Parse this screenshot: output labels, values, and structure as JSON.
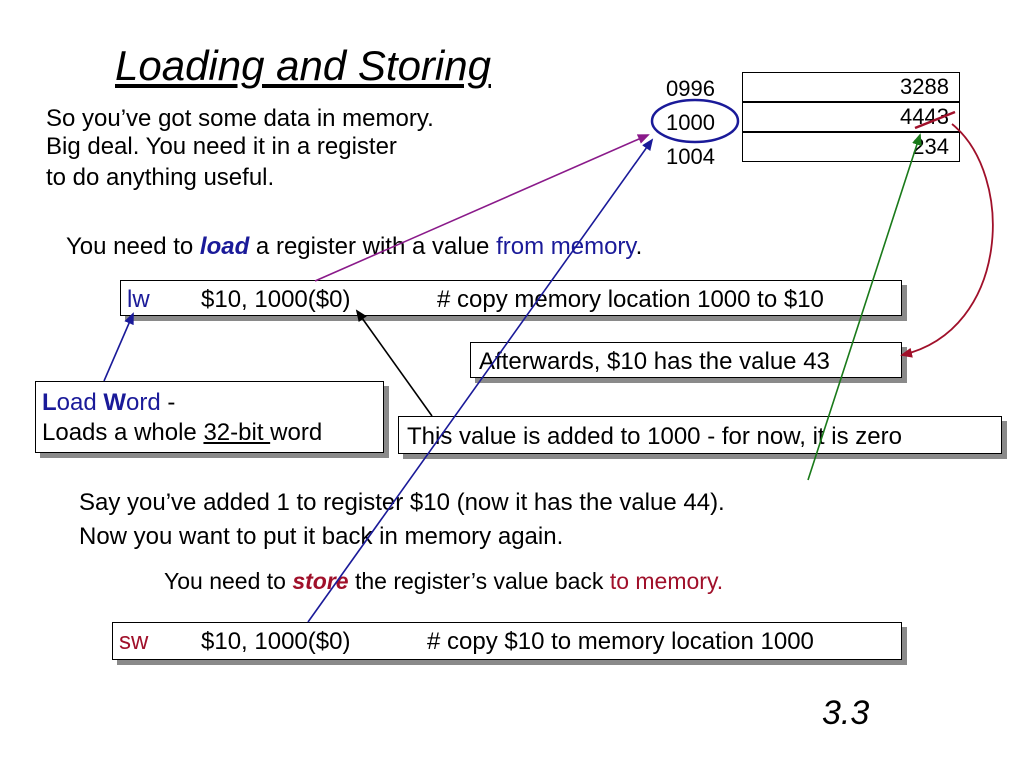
{
  "title": "Loading and Storing",
  "intro": [
    "So you’ve got some data in memory.",
    "Big deal.  You need it in a register",
    "to do anything useful."
  ],
  "memory": {
    "addresses": [
      "0996",
      "1000",
      "1004"
    ],
    "values": [
      "3288",
      "44",
      "43",
      "234"
    ]
  },
  "load_sentence": {
    "prefix": "You need to ",
    "keyword": "load",
    "middle": " a register with a value ",
    "highlight": "from memory",
    "suffix": "."
  },
  "lw_box": {
    "op": "lw",
    "args": "$10, 1000($0)",
    "comment": "# copy memory location 1000 to $10"
  },
  "afterwards": "Afterwards, $10 has the value 43",
  "load_word": {
    "l": "L",
    "oad": "oad ",
    "w": "W",
    "ord": "ord",
    "dash": " -",
    "line2_prefix": "Loads a whole ",
    "line2_underline": "32-bit ",
    "line2_suffix": "word"
  },
  "offset_note": "This value is added to 1000 - for now, it is zero",
  "store_intro": [
    "Say you’ve added 1 to register $10 (now it has the value 44).",
    "Now you want to put it back in memory again."
  ],
  "store_sentence": {
    "prefix": "You need to ",
    "keyword": "store",
    "middle": " the register’s value back ",
    "highlight": "to memory."
  },
  "sw_box": {
    "op": "sw",
    "args": "$10, 1000($0)",
    "comment": "# copy $10 to memory location 1000"
  },
  "slide_number": "3.3",
  "colors": {
    "blue": "#1a1a99",
    "red": "#a0102a",
    "purple": "#8a1a8a",
    "green": "#1a7a1a",
    "shadow": "#8a8a8a"
  }
}
